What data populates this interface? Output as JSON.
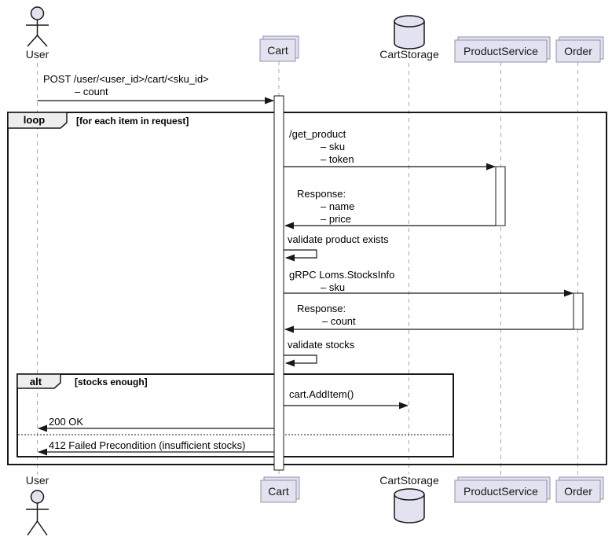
{
  "diagram_type": "uml-sequence-diagram",
  "participants": {
    "user": {
      "label": "User",
      "kind": "actor"
    },
    "cart": {
      "label": "Cart",
      "kind": "collections"
    },
    "cart_storage": {
      "label": "CartStorage",
      "kind": "database"
    },
    "product_service": {
      "label": "ProductService",
      "kind": "collections"
    },
    "order": {
      "label": "Order",
      "kind": "collections"
    }
  },
  "frames": {
    "loop": {
      "label": "loop",
      "condition": "[for each item in request]"
    },
    "alt": {
      "label": "alt",
      "condition": "[stocks enough]"
    }
  },
  "messages": {
    "post": {
      "from": "User",
      "to": "Cart",
      "lines": [
        "POST /user/<user_id>/cart/<sku_id>",
        "– count"
      ]
    },
    "get_product": {
      "from": "Cart",
      "to": "ProductService",
      "lines": [
        "/get_product",
        "– sku",
        "– token"
      ]
    },
    "product_response": {
      "from": "ProductService",
      "to": "Cart",
      "lines": [
        "Response:",
        "– name",
        "– price"
      ]
    },
    "validate_product": {
      "from": "Cart",
      "to": "Cart",
      "lines": [
        "validate product exists"
      ]
    },
    "stocks_info": {
      "from": "Cart",
      "to": "Order",
      "lines": [
        "gRPC Loms.StocksInfo",
        "– sku"
      ]
    },
    "stocks_response": {
      "from": "Order",
      "to": "Cart",
      "lines": [
        "Response:",
        "– count"
      ]
    },
    "validate_stocks": {
      "from": "Cart",
      "to": "Cart",
      "lines": [
        "validate stocks"
      ]
    },
    "add_item": {
      "from": "Cart",
      "to": "CartStorage",
      "lines": [
        "cart.AddItem()"
      ]
    },
    "ok": {
      "from": "Cart",
      "to": "User",
      "lines": [
        "200 OK"
      ]
    },
    "failed": {
      "from": "Cart",
      "to": "User",
      "lines": [
        "412 Failed Precondition (insufficient stocks)"
      ]
    }
  },
  "colors": {
    "participant_fill": "#E2E2F0",
    "participant_border": "#9393AB",
    "frame_border": "#181818",
    "frame_label_fill": "#EEEEEE",
    "lifeline": "#A8A8A8",
    "arrow": "#181818",
    "activation_fill": "#FFFFFF"
  }
}
